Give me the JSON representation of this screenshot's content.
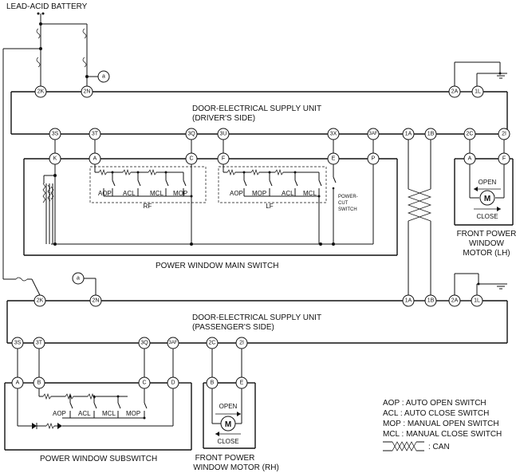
{
  "battery": {
    "label": "LEAD-ACID BATTERY"
  },
  "driver_unit": {
    "line1": "DOOR-ELECTRICAL SUPPLY UNIT",
    "line2": "(DRIVER'S SIDE)"
  },
  "passenger_unit": {
    "line1": "DOOR-ELECTRICAL SUPPLY UNIT",
    "line2": "(PASSENGER'S SIDE)"
  },
  "main_switch": {
    "label": "POWER WINDOW MAIN SWITCH",
    "rf": {
      "label": "RF",
      "aop": "AOP",
      "acl": "ACL",
      "mcl": "MCL",
      "mop": "MOP"
    },
    "lf": {
      "label": "LF",
      "aop": "AOP",
      "mop": "MOP",
      "acl": "ACL",
      "mcl": "MCL"
    },
    "cut_switch": {
      "line1": "POWER-",
      "line2": "CUT",
      "line3": "SWITCH"
    }
  },
  "sub_switch": {
    "label": "POWER WINDOW SUBSWITCH",
    "aop": "AOP",
    "acl": "ACL",
    "mcl": "MCL",
    "mop": "MOP"
  },
  "motor_lh": {
    "open": "OPEN",
    "close": "CLOSE",
    "m": "M",
    "line1": "FRONT POWER",
    "line2": "WINDOW",
    "line3": "MOTOR (LH)"
  },
  "motor_rh": {
    "open": "OPEN",
    "close": "CLOSE",
    "m": "M",
    "line1": "FRONT POWER",
    "line2": "WINDOW MOTOR (RH)"
  },
  "ref_a": "a",
  "pins": {
    "d_2K": "2K",
    "d_2N": "2N",
    "d_2A": "2A",
    "d_1L": "1L",
    "d_3S": "3S",
    "d_3T": "3T",
    "d_3Q": "3Q",
    "d_3U": "3U",
    "d_3X": "3X",
    "d_3AF": "3AF",
    "d_1A": "1A",
    "d_1B": "1B",
    "d_2C": "2C",
    "d_2I": "2I",
    "m_K": "K",
    "m_A": "A",
    "m_C": "C",
    "m_F": "F",
    "m_E": "E",
    "m_P": "P",
    "lh_A": "A",
    "lh_F": "F",
    "p_2K": "2K",
    "p_2N": "2N",
    "p_1A": "1A",
    "p_1B": "1B",
    "p_2A": "2A",
    "p_1L": "1L",
    "p_3S": "3S",
    "p_3T": "3T",
    "p_3Q": "3Q",
    "p_3AF": "3AF",
    "p_2C": "2C",
    "p_2I": "2I",
    "s_A": "A",
    "s_B": "B",
    "s_C": "C",
    "s_D": "D",
    "rh_B": "B",
    "rh_E": "E"
  },
  "legend": {
    "aop": "AOP : AUTO OPEN SWITCH",
    "acl": "ACL : AUTO CLOSE SWITCH",
    "mop": "MOP : MANUAL OPEN SWITCH",
    "mcl": "MCL : MANUAL CLOSE SWITCH",
    "can": ": CAN"
  }
}
